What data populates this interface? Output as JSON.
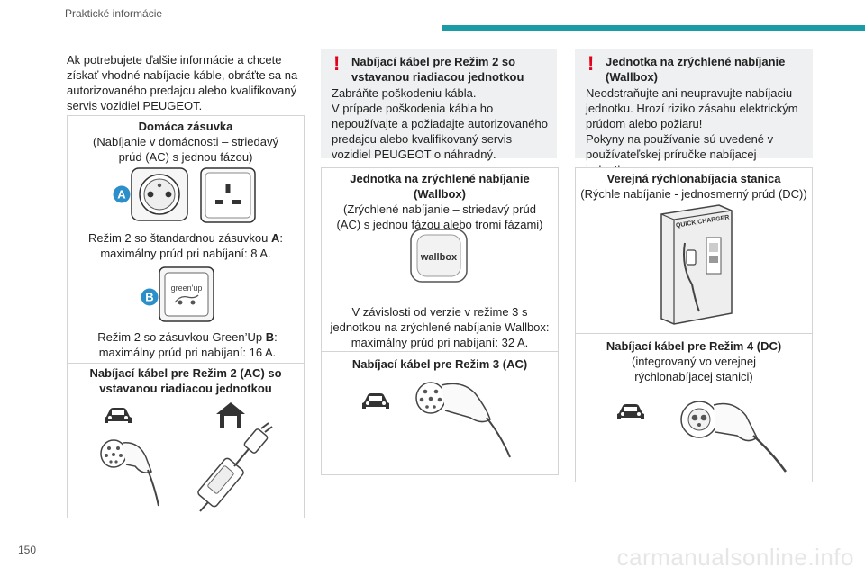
{
  "header": {
    "section_title": "Praktické informácie"
  },
  "page_number": "150",
  "watermark": "carmanualsonline.info",
  "intro_text": "Ak potrebujete ďalšie informácie a chcete získať vhodné nabíjacie káble, obráťte sa na autorizovaného predajcu alebo kvalifikovaný servis vozidiel PEUGEOT.",
  "home_socket": {
    "title": "Domáca zásuvka",
    "subtitle": "(Nabíjanie v domácnosti – striedavý prúd (AC) s jednou fázou)",
    "label_a": "A",
    "text_a_pre": "Režim 2 so štandardnou zásuvkou ",
    "text_a_key": "A",
    "text_a_post": ": maximálny prúd pri nabíjaní: 8 A.",
    "label_b": "B",
    "greenup_text": "green'up",
    "text_b_pre": "Režim 2 so zásuvkou Green’Up ",
    "text_b_key": "B",
    "text_b_post": ": maximálny prúd pri nabíjaní: 16 A."
  },
  "mode2_cable": {
    "title": "Nabíjací kábel pre Režim 2 (AC) so vstavanou riadiacou jednotkou"
  },
  "warning_mode2": {
    "title": "Nabíjací kábel pre Režim 2 so vstavanou riadiacou jednotkou",
    "body": "Zabráňte poškodeniu kábla.\nV prípade poškodenia kábla ho nepoužívajte a požiadajte autorizovaného predajcu alebo kvalifikovaný servis vozidiel PEUGEOT o náhradný."
  },
  "wallbox": {
    "title": "Jednotka na zrýchlené nabíjanie (Wallbox)",
    "subtitle": "(Zrýchlené nabíjanie – striedavý prúd (AC) s jednou fázou alebo tromi fázami)",
    "device_label": "wallbox",
    "text": "V závislosti od verzie v režime 3 s jednotkou na zrýchlené nabíjanie Wallbox: maximálny prúd pri nabíjaní: 32 A."
  },
  "mode3_cable": {
    "title": "Nabíjací kábel pre Režim 3 (AC)"
  },
  "warning_wallbox": {
    "title": "Jednotka na zrýchlené nabíjanie (Wallbox)",
    "body": "Neodstraňujte ani neupravujte nabíjaciu jednotku.  Hrozí riziko zásahu elektrickým prúdom alebo požiaru!\nPokyny na používanie sú uvedené v používateľskej príručke nabíjacej jednotky."
  },
  "public_station": {
    "title": "Verejná rýchlonabíjacia stanica",
    "subtitle": "(Rýchle nabíjanie - jednosmerný prúd (DC))",
    "sign_text": "QUICK CHARGER"
  },
  "mode4_cable": {
    "title": "Nabíjací kábel pre Režim 4 (DC)",
    "subtitle": "(integrovaný vo verejnej rýchlonabíjacej stanici)"
  },
  "colors": {
    "accent": "#1a9ba5",
    "warning": "#e2001a",
    "badge": "#2b8fc9",
    "warning_bg": "#eef0f1"
  }
}
